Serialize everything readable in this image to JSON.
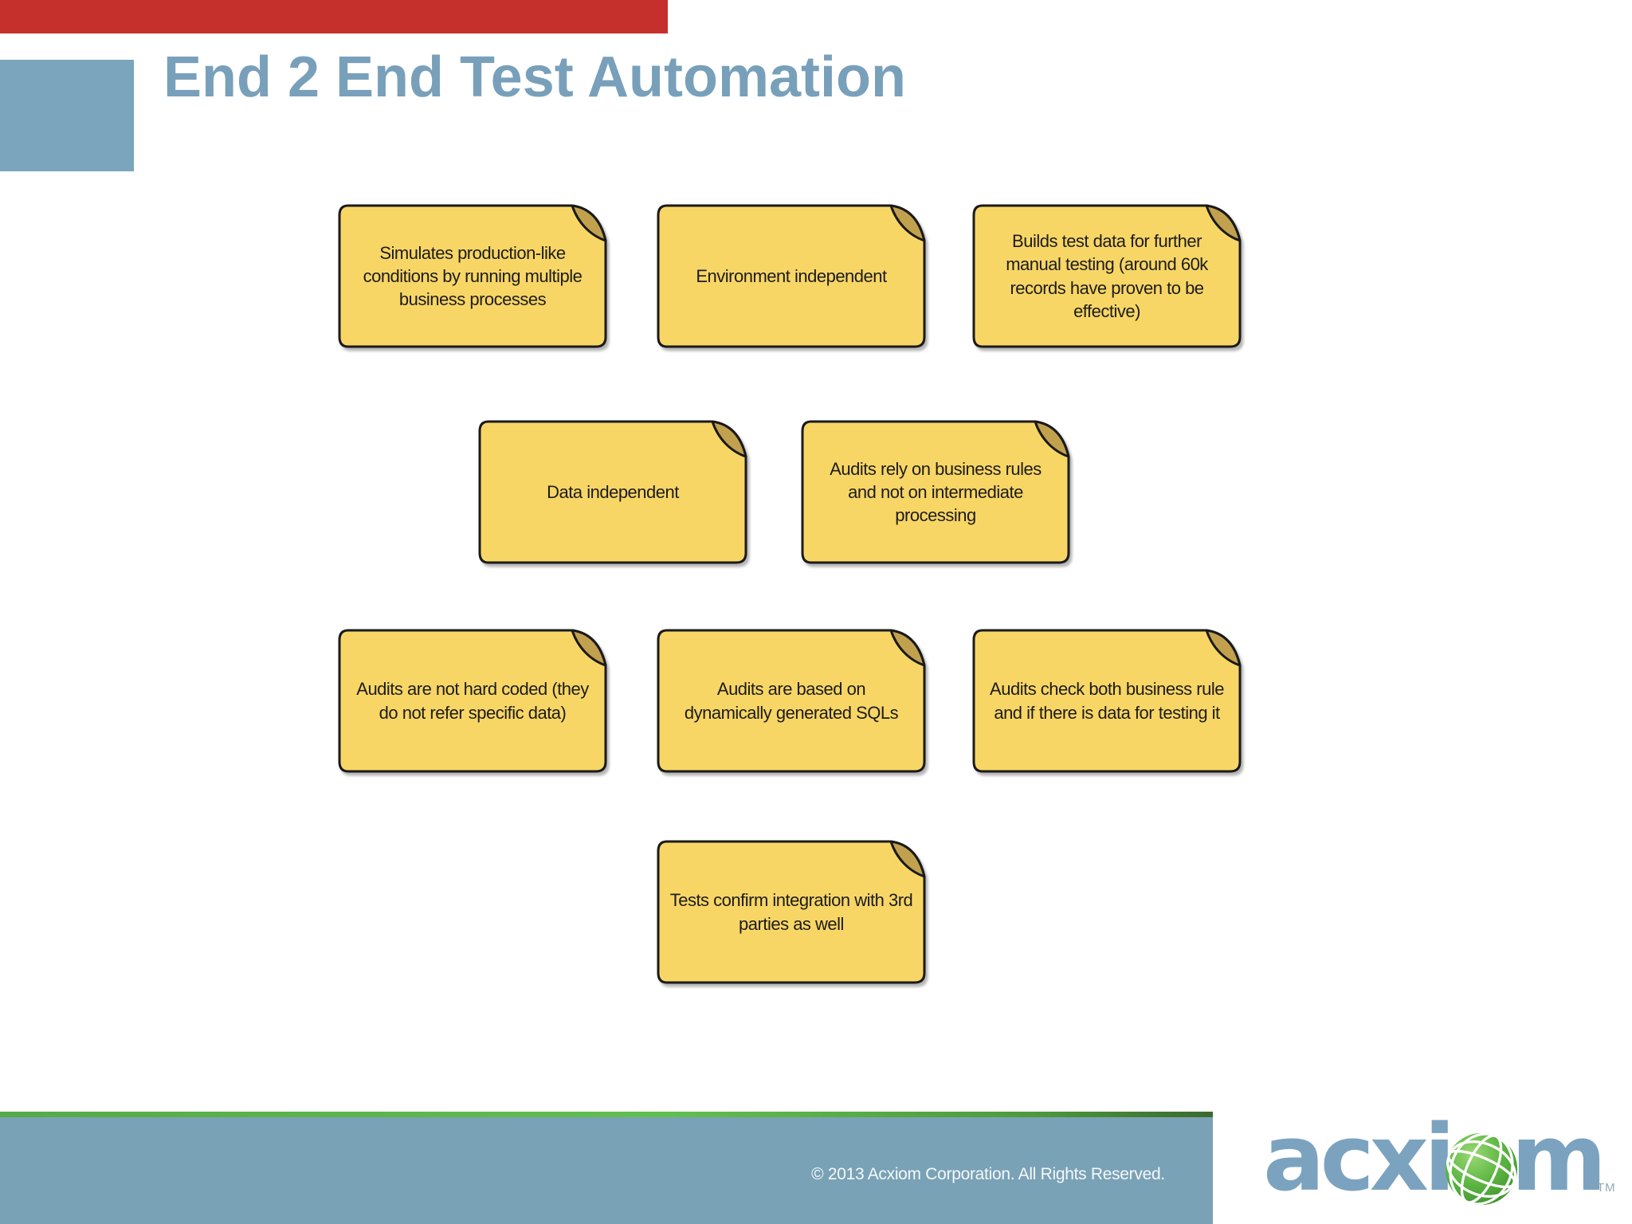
{
  "slide": {
    "title": "End 2 End Test Automation"
  },
  "notes": [
    {
      "text": "Simulates production-like\nconditions by running multiple\nbusiness processes"
    },
    {
      "text": "Environment independent"
    },
    {
      "text": "Builds test data for further\nmanual testing (around 60k\nrecords have proven to be\neffective)"
    },
    {
      "text": "Data independent"
    },
    {
      "text": "Audits rely on business rules\nand not on intermediate\nprocessing"
    },
    {
      "text": "Audits are not hard coded (they\ndo not refer specific data)"
    },
    {
      "text": "Audits are based on\ndynamically generated SQLs"
    },
    {
      "text": "Audits check both business rule\nand if there is data for testing it"
    },
    {
      "text": "Tests confirm integration with 3rd\nparties as well"
    }
  ],
  "footer": {
    "copyright": "© 2013 Acxiom Corporation. All Rights Reserved."
  },
  "logo": {
    "left": "acxi",
    "right": "m",
    "tm": "TM"
  },
  "colors": {
    "progress_red": "#c5302c",
    "accent_blue": "#7ba4bd",
    "title_blue": "#78a0ba",
    "note_yellow": "#f8d666",
    "note_fold_tan": "#c2a14e",
    "note_border": "#1a1a1a",
    "footer_blue": "#7aa2b6",
    "footer_green_start": "#54aa47",
    "footer_green_end": "#3a6a2e",
    "globe_green": "#4f9e3c",
    "logo_blue": "#7ba3c0"
  }
}
